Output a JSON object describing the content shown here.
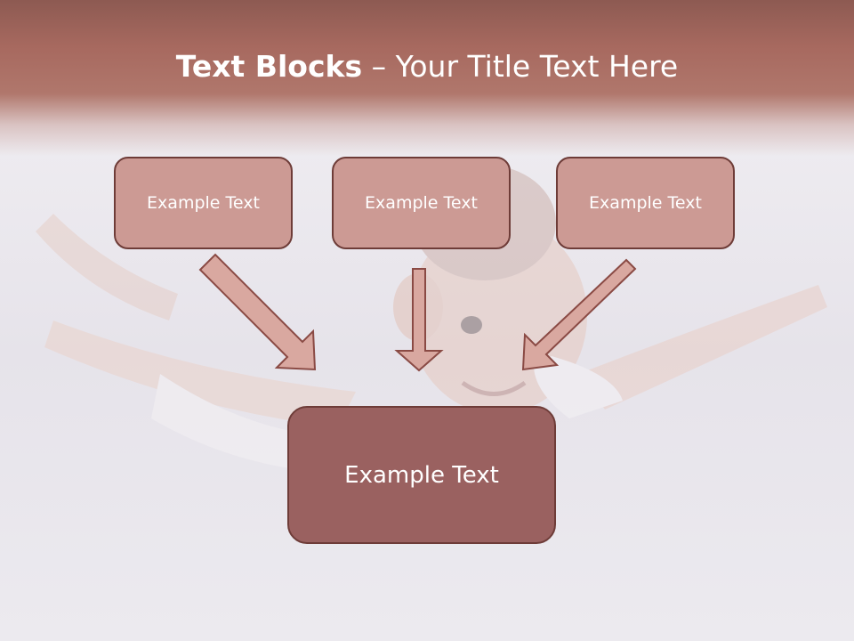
{
  "title": {
    "bold": "Text Blocks",
    "dash": " – ",
    "rest": "Your Title Text Here"
  },
  "boxes": [
    {
      "label": "Example Text"
    },
    {
      "label": "Example Text"
    },
    {
      "label": "Example Text"
    }
  ],
  "target": {
    "label": "Example Text"
  },
  "colors": {
    "title_band": "#a7695f",
    "small_box_fill": "#cc9a94",
    "big_box_fill": "#9a6160",
    "box_border": "#6e3c38",
    "arrow_fill": "#d9a8a0",
    "arrow_stroke": "#8a4a44"
  }
}
